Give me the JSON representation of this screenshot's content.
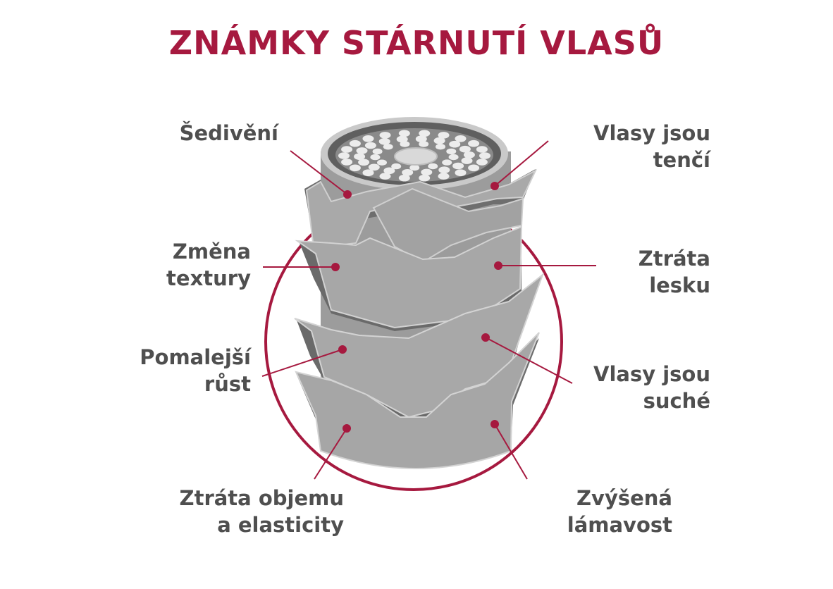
{
  "title": "ZNÁMKY STÁRNUTÍ VLASŮ",
  "colors": {
    "accent": "#a6193f",
    "text": "#4f4f4f",
    "hair_light": "#a7a7a7",
    "hair_mid": "#9a9a9a",
    "hair_shadow": "#6e6e6e",
    "hair_edge": "#d4d4d4"
  },
  "labels": {
    "sediveni": {
      "lines": [
        "Šedivění"
      ]
    },
    "tenci": {
      "lines": [
        "Vlasy jsou",
        "tenčí"
      ]
    },
    "textura": {
      "lines": [
        "Změna",
        "textury"
      ]
    },
    "lesk": {
      "lines": [
        "Ztráta",
        "lesku"
      ]
    },
    "rust": {
      "lines": [
        "Pomalejší",
        "růst"
      ]
    },
    "suche": {
      "lines": [
        "Vlasy jsou",
        "suché"
      ]
    },
    "objem": {
      "lines": [
        "Ztráta objemu",
        "a elasticity"
      ]
    },
    "lamavost": {
      "lines": [
        "Zvýšená",
        "lámavost"
      ]
    }
  }
}
